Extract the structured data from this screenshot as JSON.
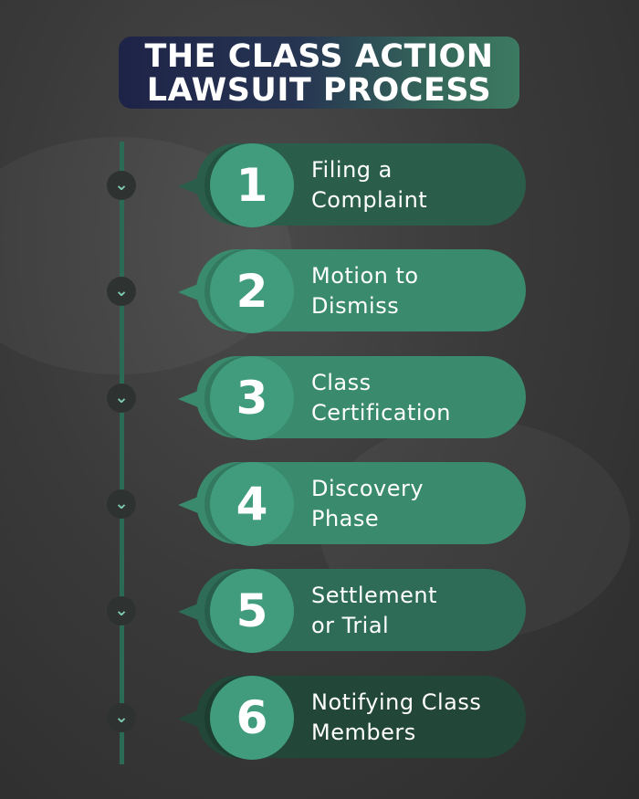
{
  "title": {
    "line1": "THE CLASS ACTION",
    "line2": "LAWSUIT PROCESS"
  },
  "steps": [
    {
      "number": "1",
      "line1": "Filing a",
      "line2": "Complaint",
      "color": "#2a5e4b"
    },
    {
      "number": "2",
      "line1": "Motion to",
      "line2": "Dismiss",
      "color": "#3a8a6d"
    },
    {
      "number": "3",
      "line1": "Class",
      "line2": "Certification",
      "color": "#3a8a6d"
    },
    {
      "number": "4",
      "line1": "Discovery",
      "line2": "Phase",
      "color": "#3a8a6d"
    },
    {
      "number": "5",
      "line1": "Settlement",
      "line2": "or Trial",
      "color": "#2f6c58"
    },
    {
      "number": "6",
      "line1": "Notifying Class",
      "line2": "Members",
      "color": "#224638"
    }
  ],
  "colors": {
    "circle": "#419c7e",
    "accent": "#7fcdb0"
  }
}
